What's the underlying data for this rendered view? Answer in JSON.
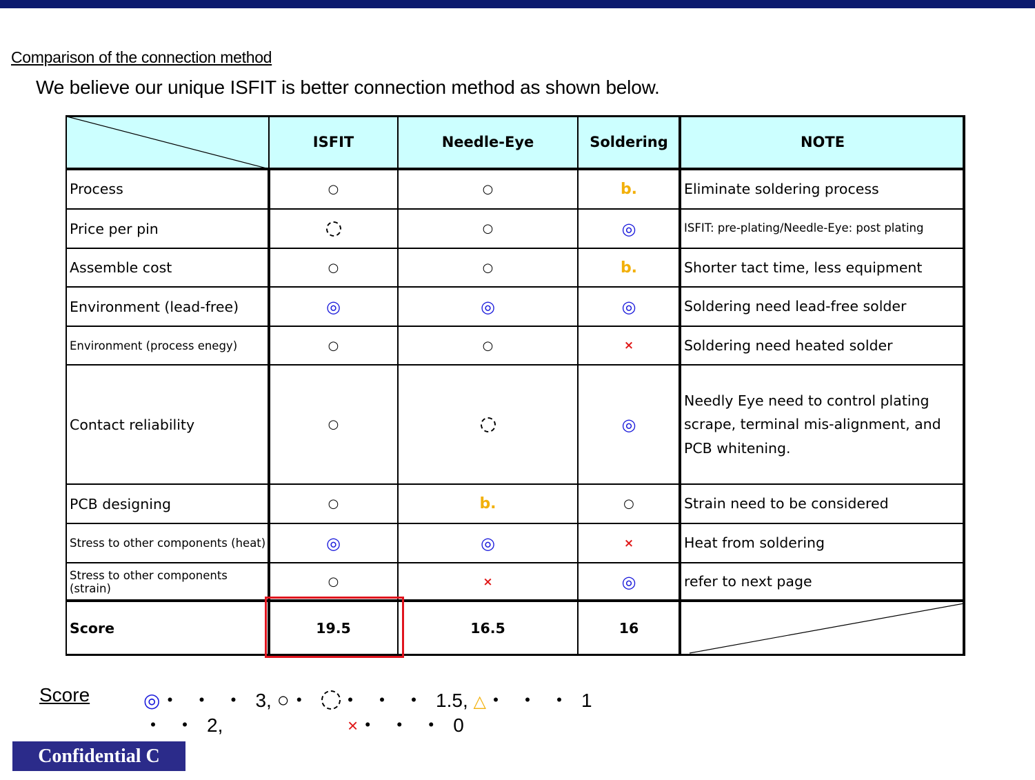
{
  "title": "Comparison of the connection method",
  "lead": "We believe our unique ISFIT is better connection method as shown below.",
  "table": {
    "headers": [
      "ISFIT",
      "Needle-Eye",
      "Soldering",
      "NOTE"
    ],
    "rows": [
      {
        "label": "Process",
        "isfit": "circle",
        "needle": "circle",
        "solder": "triangle",
        "note": "Eliminate soldering process"
      },
      {
        "label": "Price per pin",
        "isfit": "dashed",
        "needle": "circle",
        "solder": "double",
        "note": "ISFIT: pre-plating/Needle-Eye: post plating"
      },
      {
        "label": "Assemble cost",
        "isfit": "circle",
        "needle": "circle",
        "solder": "triangle",
        "note": "Shorter tact time, less equipment"
      },
      {
        "label": "Environment (lead-free)",
        "isfit": "double",
        "needle": "double",
        "solder": "double",
        "note": "Soldering need lead-free solder"
      },
      {
        "label": "Environment (process enegy)",
        "isfit": "circle",
        "needle": "circle",
        "solder": "cross",
        "note": "Soldering need heated solder"
      },
      {
        "label": "Contact reliability",
        "isfit": "circle",
        "needle": "dashed",
        "solder": "double",
        "note": "Needly Eye need to control plating scrape, terminal mis-alignment, and PCB whitening."
      },
      {
        "label": "PCB designing",
        "isfit": "circle",
        "needle": "triangle",
        "solder": "circle",
        "note": "Strain need to be considered"
      },
      {
        "label": "Stress to other components (heat)",
        "isfit": "double",
        "needle": "double",
        "solder": "cross",
        "note": "Heat from soldering"
      },
      {
        "label": "Stress to other components (strain)",
        "isfit": "circle",
        "needle": "cross",
        "solder": "double",
        "note": "refer to next page"
      }
    ],
    "score": {
      "label": "Score",
      "isfit": "19.5",
      "needle": "16.5",
      "solder": "16"
    }
  },
  "marks": {
    "double": "◎",
    "circle": "○",
    "triangle": "b.",
    "cross": "×"
  },
  "legend": {
    "title": "Score",
    "double_val": "3,",
    "dashed_val": "1.5,",
    "triangle_val": "1",
    "circle_val": "2,",
    "cross_val": "0"
  },
  "confidential": "Confidential C"
}
